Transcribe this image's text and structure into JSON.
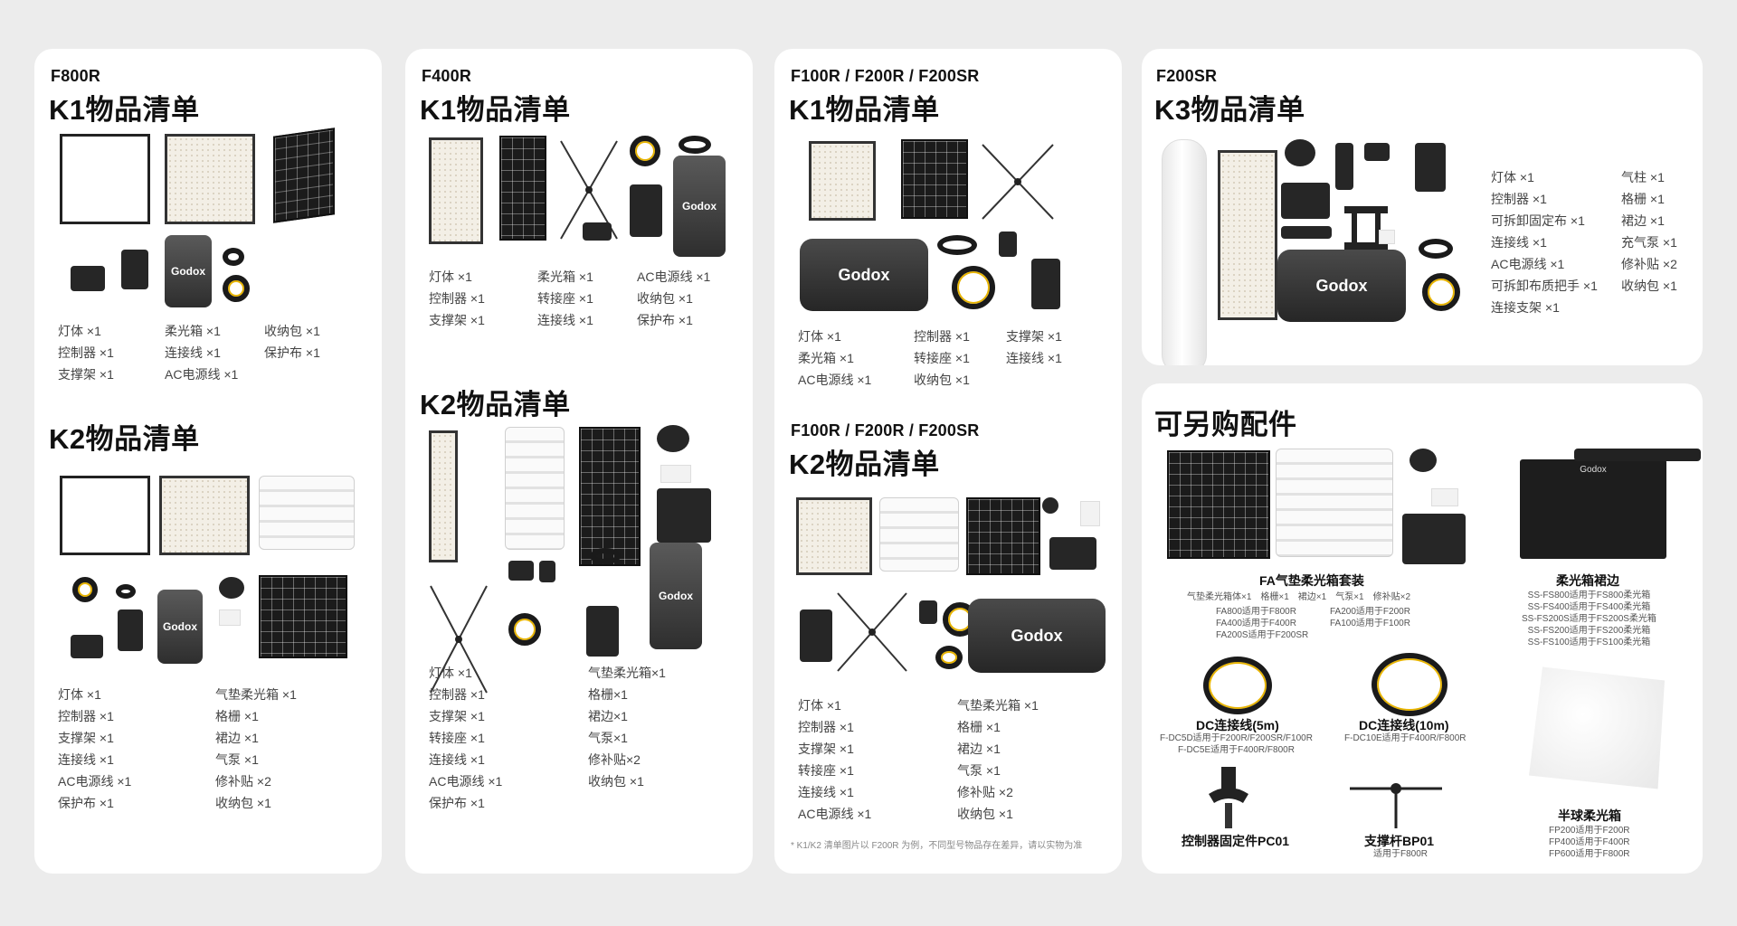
{
  "card1": {
    "model": "F800R",
    "k1_title": "K1物品清单",
    "k1_items": [
      "灯体 ×1",
      "柔光箱 ×1",
      "收纳包 ×1",
      "控制器 ×1",
      "连接线 ×1",
      "保护布 ×1",
      "支撑架 ×1",
      "AC电源线 ×1",
      ""
    ],
    "k2_title": "K2物品清单",
    "k2_items": [
      "灯体 ×1",
      "气垫柔光箱 ×1",
      "控制器 ×1",
      "格栅 ×1",
      "支撑架 ×1",
      "裙边 ×1",
      "连接线 ×1",
      "气泵 ×1",
      "AC电源线 ×1",
      "修补贴 ×2",
      "保护布 ×1",
      "收纳包 ×1"
    ],
    "case_logo": "Godox"
  },
  "card2": {
    "model": "F400R",
    "k1_title": "K1物品清单",
    "k1_items": [
      "灯体 ×1",
      "柔光箱 ×1",
      "AC电源线 ×1",
      "控制器 ×1",
      "转接座 ×1",
      "收纳包 ×1",
      "支撑架 ×1",
      "连接线 ×1",
      "保护布 ×1"
    ],
    "k2_title": "K2物品清单",
    "k2_items": [
      "灯体 ×1",
      "气垫柔光箱×1",
      "控制器 ×1",
      "格栅×1",
      "支撑架 ×1",
      "裙边×1",
      "转接座 ×1",
      "气泵×1",
      "连接线 ×1",
      "修补贴×2",
      "AC电源线 ×1",
      "收纳包 ×1",
      "保护布 ×1",
      ""
    ],
    "case_logo": "Godox"
  },
  "card3": {
    "model_k1": "F100R / F200R / F200SR",
    "k1_title": "K1物品清单",
    "k1_items": [
      "灯体 ×1",
      "控制器 ×1",
      "支撑架 ×1",
      "柔光箱 ×1",
      "转接座 ×1",
      "连接线 ×1",
      "AC电源线 ×1",
      "收纳包 ×1",
      ""
    ],
    "model_k2": "F100R / F200R / F200SR",
    "k2_title": "K2物品清单",
    "k2_items": [
      "灯体 ×1",
      "气垫柔光箱 ×1",
      "控制器 ×1",
      "格栅 ×1",
      "支撑架 ×1",
      "裙边 ×1",
      "转接座 ×1",
      "气泵 ×1",
      "连接线 ×1",
      "修补贴 ×2",
      "AC电源线 ×1",
      "收纳包 ×1"
    ],
    "note": "* K1/K2 清单图片以 F200R 为例，不同型号物品存在差异，请以实物为准",
    "bag_logo": "Godox"
  },
  "card4": {
    "model": "F200SR",
    "k3_title": "K3物品清单",
    "k3_items": [
      "灯体 ×1",
      "气柱 ×1",
      "控制器 ×1",
      "格栅 ×1",
      "可拆卸固定布 ×1",
      "裙边 ×1",
      "连接线 ×1",
      "充气泵 ×1",
      "AC电源线 ×1",
      "修补贴 ×2",
      "可拆卸布质把手 ×1",
      "收纳包 ×1",
      "连接支架 ×1",
      ""
    ],
    "bag_logo": "Godox"
  },
  "card5": {
    "title": "可另购配件",
    "fa_title": "FA气垫柔光箱套装",
    "fa_contents": "气垫柔光箱体×1　格栅×1　裙边×1　气泵×1　修补贴×2",
    "fa_models_left": [
      "FA800适用于F800R",
      "FA400适用于F400R",
      "FA200S适用于F200SR"
    ],
    "fa_models_right": [
      "FA200适用于F200R",
      "FA100适用于F100R"
    ],
    "skirt_title": "柔光箱裙边",
    "skirt_models": [
      "SS-FS800适用于FS800柔光箱",
      "SS-FS400适用于FS400柔光箱",
      "SS-FS200S适用于FS200S柔光箱",
      "SS-FS200适用于FS200柔光箱",
      "SS-FS100适用于FS100柔光箱"
    ],
    "tent_logo": "Godox",
    "dc5_title": "DC连接线(5m)",
    "dc5_models": [
      "F-DC5D适用于F200R/F200SR/F100R",
      "F-DC5E适用于F400R/F800R"
    ],
    "dc10_title": "DC连接线(10m)",
    "dc10_models": [
      "F-DC10E适用于F400R/F800R"
    ],
    "pc_title": "控制器固定件PC01",
    "bp_title": "支撑杆BP01",
    "bp_models": [
      "适用于F800R"
    ],
    "dome_title": "半球柔光箱",
    "dome_models": [
      "FP200适用于F200R",
      "FP400适用于F400R",
      "FP600适用于F800R"
    ]
  }
}
